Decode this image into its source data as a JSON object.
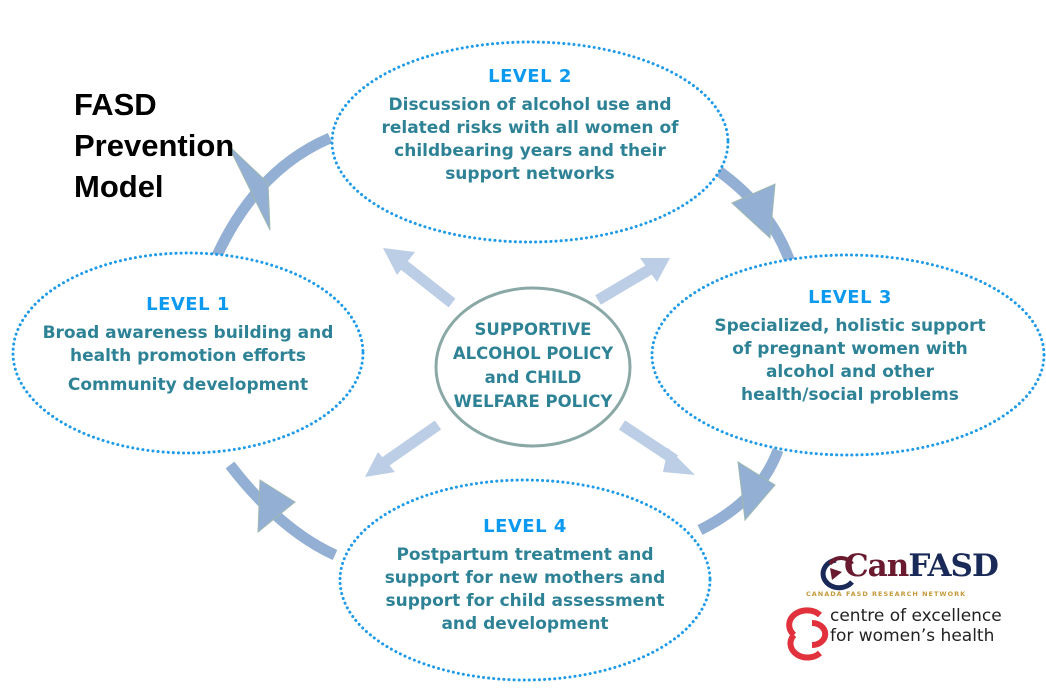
{
  "title": {
    "lines": [
      "FASD",
      "Prevention",
      "Model"
    ]
  },
  "levels": [
    {
      "heading": "LEVEL 1",
      "lines": [
        "Broad awareness building and",
        "health promotion efforts"
      ],
      "extra": "Community development"
    },
    {
      "heading": "LEVEL 2",
      "lines": [
        "Discussion of alcohol use and",
        "related risks with all women of",
        "childbearing years and their",
        "support networks"
      ]
    },
    {
      "heading": "LEVEL 3",
      "lines": [
        "Specialized, holistic support",
        "of pregnant women with",
        "alcohol and other",
        "health/social problems"
      ]
    },
    {
      "heading": "LEVEL 4",
      "lines": [
        "Postpartum treatment and",
        "support for new mothers and",
        "support for child assessment",
        "and development"
      ]
    }
  ],
  "center": {
    "lines": [
      "SUPPORTIVE",
      "ALCOHOL POLICY",
      "and CHILD",
      "WELFARE POLICY"
    ]
  },
  "logos": {
    "canfasd": {
      "name_part1": "Can",
      "name_part2": "FASD",
      "subtitle": "CANADA FASD RESEARCH NETWORK"
    },
    "cewh": {
      "line1": "centre of excellence",
      "line2": "for women’s health"
    }
  },
  "colors": {
    "level_heading": "#0b9af0",
    "body_text": "#2e8296",
    "ellipse_border": "#1e9be8",
    "cycle_arrow": "#93afd3",
    "radial_arrow": "#bccde6",
    "center_border": "#8aa8a6"
  }
}
